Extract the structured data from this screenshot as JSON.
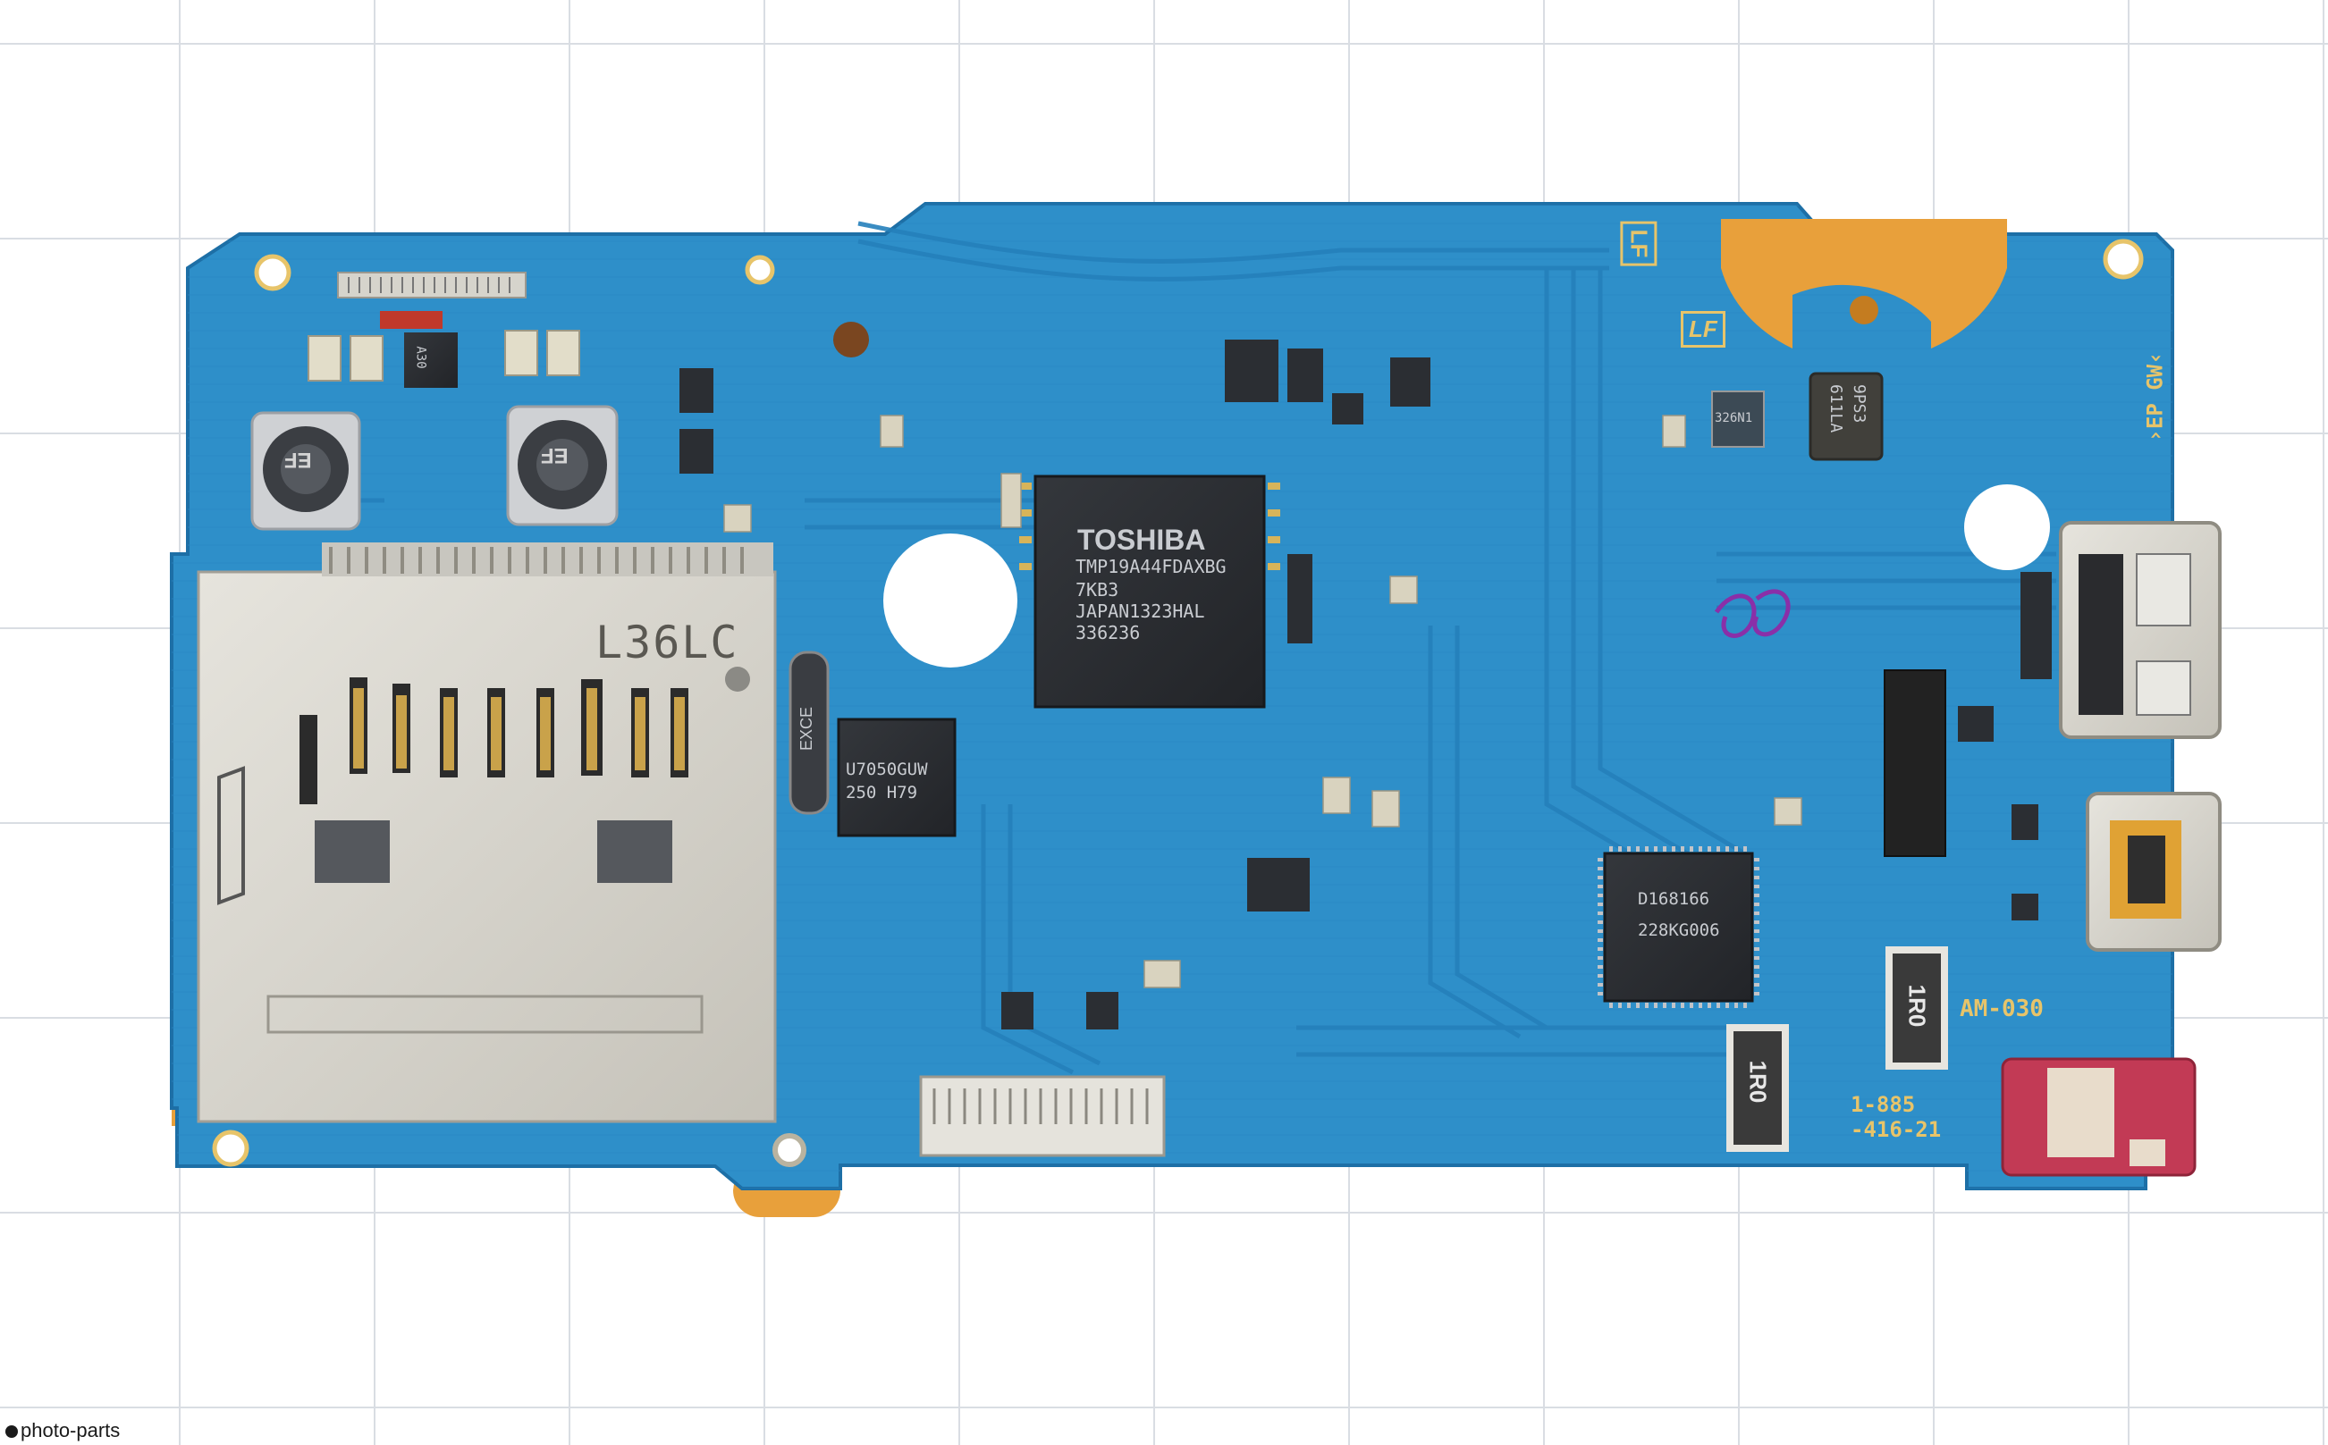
{
  "labels": {
    "card_reader": "L36LC",
    "main_chip": [
      "TOSHIBA",
      "TMP19A44FDAXBG",
      "7KB3",
      "JAPAN1323HAL",
      "336236"
    ],
    "mem_chip": [
      "U7050GUW",
      "250 H79"
    ],
    "hdmi_chip": [
      "D168166",
      "228KG006"
    ],
    "crystal": "EXCE",
    "inductor_left": "EF",
    "inductor_right": "EF",
    "ic_top_left": "A30",
    "ic_right_a": "326N1",
    "ic_right_b": "9PS3",
    "ic_right_c": "611LA",
    "resistor_a": "1R0",
    "resistor_b": "1R0",
    "board_id": "AM-030",
    "part_no": [
      "1-885",
      "-416-21"
    ],
    "side_mark": "›EP GW‹",
    "logo_marks": [
      "LF",
      "LF"
    ]
  },
  "watermark": "photo-parts",
  "colors": {
    "pcb": "#2e8fc9",
    "pcb_dark": "#1d6fa6",
    "trace": "#247fb9",
    "chip": "#2a2d31",
    "metal": "#d6d4cc",
    "gold": "#e8a03b",
    "connector_red": "#c23a55",
    "silk": "#e7c46a"
  }
}
